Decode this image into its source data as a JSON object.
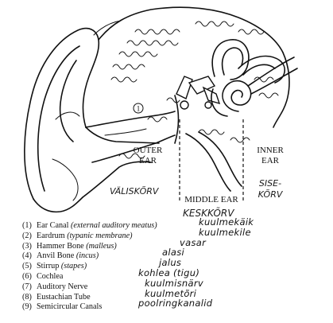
{
  "labels": {
    "outer_ear": [
      "OUTER",
      "EAR"
    ],
    "middle_ear": "MIDDLE EAR",
    "inner_ear": [
      "INNER",
      "EAR"
    ],
    "callout_number": "1"
  },
  "handwritten": {
    "outer_ear": "VÄLISKÕRV",
    "middle_ear": "KESKKÕRV",
    "inner_ear": [
      "SISE-",
      "KÕRV"
    ]
  },
  "legend": [
    {
      "num": "(1)",
      "term": "Ear Canal",
      "detail": "(external auditory meatus)",
      "note": "kuulmekäik"
    },
    {
      "num": "(2)",
      "term": "Eardrum",
      "detail": "(typanic membrane)",
      "note": "kuulmekile"
    },
    {
      "num": "(3)",
      "term": "Hammer Bone",
      "detail": "(malleus)",
      "note": "vasar"
    },
    {
      "num": "(4)",
      "term": "Anvil Bone",
      "detail": "(incus)",
      "note": "alasi"
    },
    {
      "num": "(5)",
      "term": "Stirrup",
      "detail": "(stapes)",
      "note": "jalus"
    },
    {
      "num": "(6)",
      "term": "Cochlea",
      "detail": "",
      "note": "kohlea (tigu)"
    },
    {
      "num": "(7)",
      "term": "Auditory Nerve",
      "detail": "",
      "note": "kuulmisnärv"
    },
    {
      "num": "(8)",
      "term": "Eustachian Tube",
      "detail": "",
      "note": "kuulmetõri"
    },
    {
      "num": "(9)",
      "term": "Semicircular Canals",
      "detail": "",
      "note": "poolringkanalid"
    }
  ]
}
